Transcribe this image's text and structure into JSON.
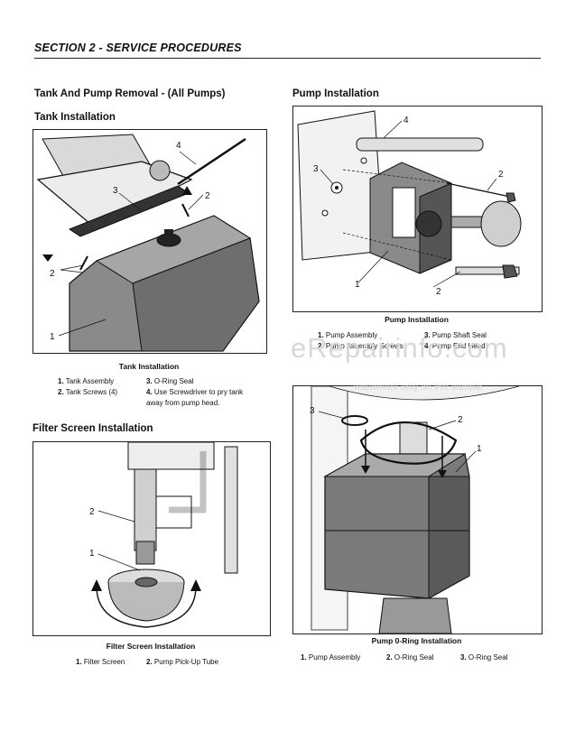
{
  "section_title": "SECTION 2 - SERVICE PROCEDURES",
  "left": {
    "heading": "Tank And Pump Removal - (All Pumps)",
    "tank": {
      "subheading": "Tank Installation",
      "caption": "Tank Installation",
      "callouts": [
        "1",
        "2",
        "2",
        "3",
        "4"
      ],
      "legend": [
        {
          "num": "1.",
          "text": "Tank Assembly"
        },
        {
          "num": "2.",
          "text": "Tank Screws (4)"
        },
        {
          "num": "3.",
          "text": "O-Ring Seal"
        },
        {
          "num": "4.",
          "text": "Use Screwdriver to pry tank away from pump head."
        }
      ]
    },
    "filter": {
      "subheading": "Filter Screen Installation",
      "caption": "Filter Screen Installation",
      "callouts": [
        "1",
        "2"
      ],
      "legend": [
        {
          "num": "1.",
          "text": "Filter Screen"
        },
        {
          "num": "2.",
          "text": "Pump Pick-Up Tube"
        }
      ]
    }
  },
  "right": {
    "pump": {
      "heading": "Pump Installation",
      "caption": "Pump Installation",
      "callouts": [
        "1",
        "2",
        "2",
        "3",
        "4"
      ],
      "legend": [
        {
          "num": "1.",
          "text": "Pump Assembly"
        },
        {
          "num": "2.",
          "text": "Pump Assembly Screws"
        },
        {
          "num": "3.",
          "text": "Pump Shaft Seal"
        },
        {
          "num": "4.",
          "text": "Pump End Head"
        }
      ]
    },
    "oring": {
      "caption": "Pump 0-Ring Installation",
      "callouts": [
        "1",
        "2",
        "3"
      ],
      "legend": [
        {
          "num": "1.",
          "text": "Pump Assembly"
        },
        {
          "num": "2.",
          "text": "O-Ring Seal"
        },
        {
          "num": "3.",
          "text": "O-Ring Seal"
        }
      ]
    }
  },
  "watermark": {
    "main": "eRepairinfo.com",
    "sub": "watermark only on this sample"
  },
  "colors": {
    "ink": "#111111",
    "part_gray": "#8a8a8a",
    "part_dark": "#555555",
    "part_light": "#cfcfcf",
    "watermark": "#d8d8d8"
  }
}
